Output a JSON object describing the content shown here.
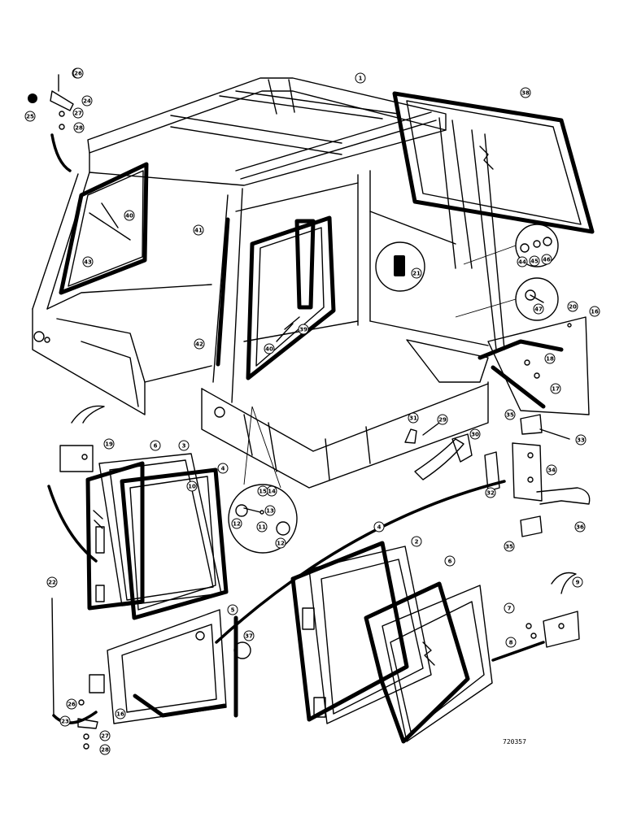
{
  "reference_code": "720357",
  "callouts": [
    {
      "id": "c1",
      "label": "1"
    },
    {
      "id": "c2",
      "label": "2"
    },
    {
      "id": "c3",
      "label": "3"
    },
    {
      "id": "c4a",
      "label": "4"
    },
    {
      "id": "c4b",
      "label": "4"
    },
    {
      "id": "c5",
      "label": "5"
    },
    {
      "id": "c6a",
      "label": "6"
    },
    {
      "id": "c6b",
      "label": "6"
    },
    {
      "id": "c7",
      "label": "7"
    },
    {
      "id": "c8",
      "label": "8"
    },
    {
      "id": "c9",
      "label": "9"
    },
    {
      "id": "c10",
      "label": "10"
    },
    {
      "id": "c11",
      "label": "11"
    },
    {
      "id": "c12a",
      "label": "12"
    },
    {
      "id": "c12b",
      "label": "12"
    },
    {
      "id": "c13",
      "label": "13"
    },
    {
      "id": "c14",
      "label": "14"
    },
    {
      "id": "c15",
      "label": "15"
    },
    {
      "id": "c16a",
      "label": "16"
    },
    {
      "id": "c16b",
      "label": "16"
    },
    {
      "id": "c17",
      "label": "17"
    },
    {
      "id": "c18",
      "label": "18"
    },
    {
      "id": "c19",
      "label": "19"
    },
    {
      "id": "c20",
      "label": "20"
    },
    {
      "id": "c21",
      "label": "21"
    },
    {
      "id": "c22",
      "label": "22"
    },
    {
      "id": "c23",
      "label": "23"
    },
    {
      "id": "c24",
      "label": "24"
    },
    {
      "id": "c25a",
      "label": "25"
    },
    {
      "id": "c25b",
      "label": "25"
    },
    {
      "id": "c26a",
      "label": "26"
    },
    {
      "id": "c26b",
      "label": "26"
    },
    {
      "id": "c27a",
      "label": "27"
    },
    {
      "id": "c27b",
      "label": "27"
    },
    {
      "id": "c28a",
      "label": "28"
    },
    {
      "id": "c28b",
      "label": "28"
    },
    {
      "id": "c29",
      "label": "29"
    },
    {
      "id": "c30",
      "label": "30"
    },
    {
      "id": "c31",
      "label": "31"
    },
    {
      "id": "c32",
      "label": "32"
    },
    {
      "id": "c33",
      "label": "33"
    },
    {
      "id": "c34",
      "label": "34"
    },
    {
      "id": "c35a",
      "label": "35"
    },
    {
      "id": "c35b",
      "label": "35"
    },
    {
      "id": "c36",
      "label": "36"
    },
    {
      "id": "c37",
      "label": "37"
    },
    {
      "id": "c38",
      "label": "38"
    },
    {
      "id": "c39",
      "label": "39"
    },
    {
      "id": "c40a",
      "label": "40"
    },
    {
      "id": "c40b",
      "label": "40"
    },
    {
      "id": "c41",
      "label": "41"
    },
    {
      "id": "c42",
      "label": "42"
    },
    {
      "id": "c43",
      "label": "43"
    },
    {
      "id": "c44",
      "label": "44"
    },
    {
      "id": "c45",
      "label": "45"
    },
    {
      "id": "c46",
      "label": "46"
    },
    {
      "id": "c47",
      "label": "47"
    }
  ]
}
